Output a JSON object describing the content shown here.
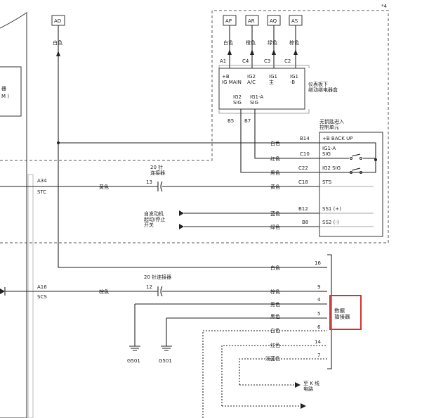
{
  "note_ref": "*4",
  "top_terminals": {
    "ao": {
      "code": "AO",
      "color": "白色"
    },
    "ap": {
      "code": "AP",
      "color": "白色"
    },
    "ar": {
      "code": "AR",
      "color": "橙色"
    },
    "aq": {
      "code": "AQ",
      "color": "绿色"
    },
    "as": {
      "code": "AS",
      "color": "棕色"
    }
  },
  "relay_box": {
    "pins_top": {
      "a1": "A1",
      "c4": "C4",
      "c3": "C3",
      "c2": "C2"
    },
    "labels": {
      "b_main": "+B\nIG MAIN",
      "ig2_ac": "IG2\nA/C",
      "ig1_main": "IG1\n主",
      "ig1_b": "IG1\n-B",
      "ig2_sig": "IG2\nSIG",
      "ig1a_sig": "IG1-A\nSIG"
    },
    "title": "仪表板下\n继动继电器盒",
    "pins_bottom": {
      "b5": "B5",
      "b7": "B7"
    }
  },
  "keyless_unit": {
    "title": "无钥匙进入\n控制单元",
    "rows": [
      {
        "pin": "B14",
        "color": "白色",
        "label": "+B BACK UP"
      },
      {
        "pin": "C10",
        "color": "红色",
        "label": "IG1-A\nSIG"
      },
      {
        "pin": "C22",
        "color": "黑色",
        "label": "IG2 SIG"
      },
      {
        "pin": "C18",
        "color": "黄色",
        "label": "STS"
      },
      {
        "pin": "B12",
        "color": "蓝色",
        "label": "SS1 (+)"
      },
      {
        "pin": "B8",
        "color": "绿色",
        "label": "SS2 (-)"
      }
    ]
  },
  "left_unit": {
    "partial_top": "器",
    "partial_bottom": "M )",
    "a34": {
      "pin": "A34",
      "label": "STC",
      "color": "黄色"
    },
    "a16": {
      "pin": "A16",
      "label": "SCS",
      "color": "棕色"
    }
  },
  "connector_20_top": {
    "title": "20 针\n连接器",
    "pin": "13"
  },
  "connector_20_bottom": {
    "title": "20 针连接器",
    "pin": "12"
  },
  "start_stop_switch": "自发动机\n起动/停止\n开关",
  "dlc": {
    "label": "数据\n插接器",
    "rows": [
      {
        "pin": "16",
        "color": "白色"
      },
      {
        "pin": "9",
        "color": "棕色"
      },
      {
        "pin": "4",
        "color": "黑色"
      },
      {
        "pin": "5",
        "color": "黑色"
      },
      {
        "pin": "6",
        "color": "白色"
      },
      {
        "pin": "14",
        "color": "红色"
      },
      {
        "pin": "7",
        "color": "浅蓝色"
      }
    ]
  },
  "grounds": {
    "g1": "G501",
    "g2": "G501"
  },
  "k_line": "至 K 线\n电路"
}
